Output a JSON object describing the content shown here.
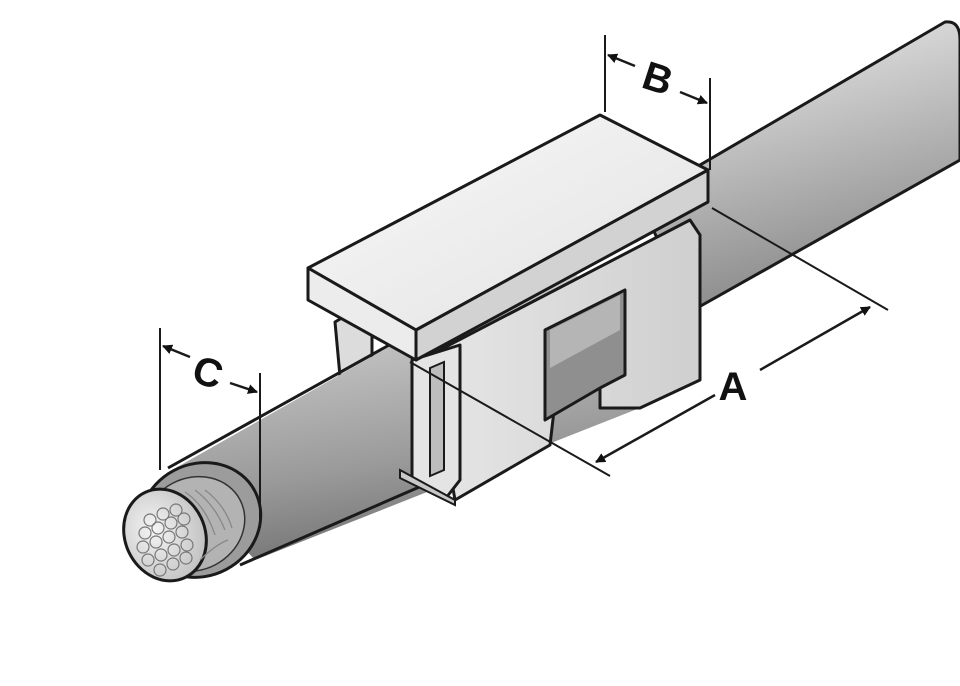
{
  "diagram": {
    "labels": {
      "a": "A",
      "b": "B",
      "c": "C"
    },
    "colors": {
      "outline": "#1a1a1a",
      "cable_light": "#d9d9d9",
      "cable_mid": "#a8a8a8",
      "cable_dark": "#6e6e6e",
      "marker_top": "#f4f4f4",
      "marker_side": "#d4d4d4",
      "marker_shadow": "#bdbdbd",
      "strand": "#cfcfcf"
    },
    "icons": [
      "cable",
      "wire-marker",
      "stranded-core",
      "dimension-arrow"
    ]
  }
}
